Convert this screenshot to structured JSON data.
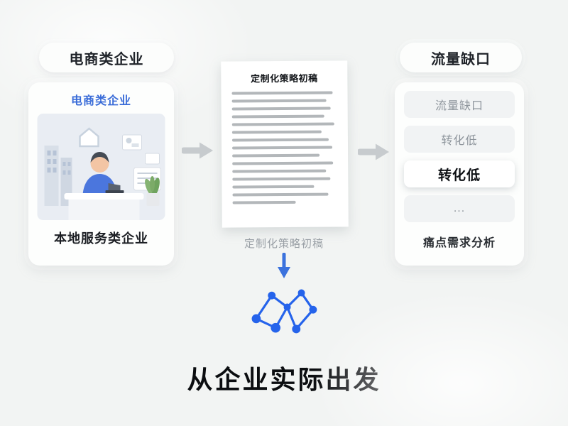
{
  "colors": {
    "background": "#f2f4f3",
    "accent_blue": "#2f6ade",
    "network_blue": "#2563eb",
    "arrow_gray": "#c7cbce"
  },
  "left": {
    "pill_label": "电商类企业",
    "card_title": "电商类企业",
    "card_caption": "本地服务类企业",
    "illustration": "person-working-at-desk-illustration"
  },
  "center": {
    "doc_title": "定制化策略初稿",
    "doc_label": "定制化策略初稿",
    "doc_line_widths": [
      96,
      90,
      94,
      88,
      97,
      85,
      92,
      95,
      83,
      96,
      89,
      93,
      78,
      91,
      60
    ]
  },
  "right": {
    "pill_label": "流量缺口",
    "items": [
      {
        "label": "流量缺口",
        "style": "muted"
      },
      {
        "label": "转化低",
        "style": "muted"
      },
      {
        "label": "转化低",
        "style": "bold"
      },
      {
        "label": "...",
        "style": "muted"
      }
    ],
    "caption": "痛点需求分析"
  },
  "footer": {
    "title": "从企业实际出发"
  }
}
